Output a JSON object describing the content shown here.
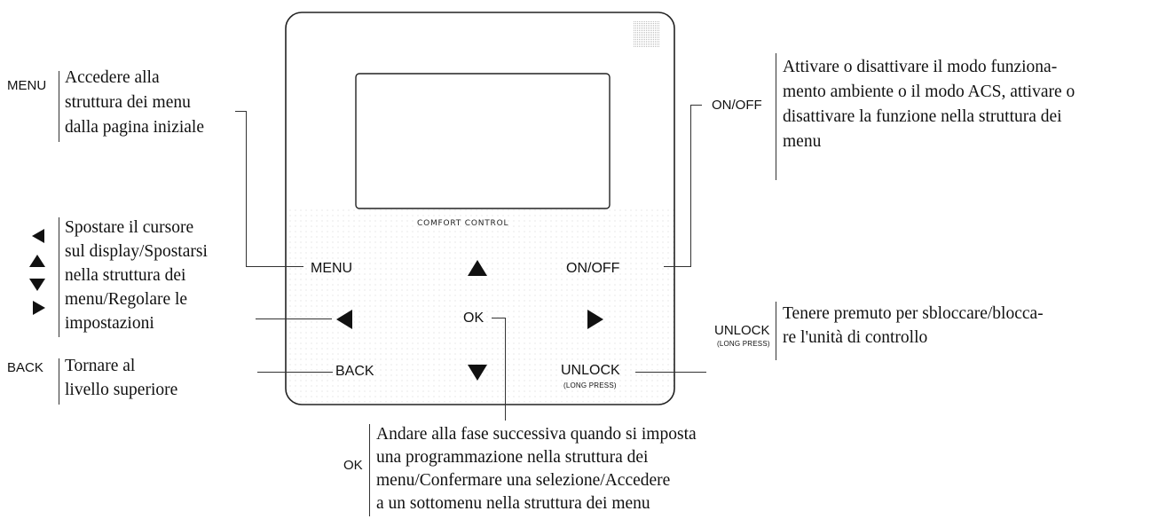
{
  "device": {
    "brand_label": "COMFORT CONTROL",
    "buttons": {
      "menu": "MENU",
      "on_off": "ON/OFF",
      "ok": "OK",
      "back": "BACK",
      "unlock": "UNLOCK",
      "unlock_sub": "(LONG PRESS)"
    }
  },
  "callouts": {
    "menu": {
      "key": "MENU",
      "lines": [
        "Accedere alla",
        "struttura dei menu",
        "dalla pagina iniziale"
      ]
    },
    "arrows": {
      "lines": [
        "Spostare il cursore",
        "sul display/Spostarsi",
        "nella struttura dei",
        "menu/Regolare le",
        "impostazioni"
      ]
    },
    "back": {
      "key": "BACK",
      "lines": [
        "Tornare al",
        "livello superiore"
      ]
    },
    "on_off": {
      "key": "ON/OFF",
      "lines": [
        "Attivare o disattivare il modo funziona-",
        "mento ambiente o il modo ACS, attivare o",
        "disattivare la funzione nella struttura dei",
        "menu"
      ]
    },
    "unlock": {
      "key": "UNLOCK",
      "key_sub": "(LONG PRESS)",
      "lines": [
        "Tenere premuto per sbloccare/blocca-",
        "re l'unità di controllo"
      ]
    },
    "ok": {
      "key": "OK",
      "lines": [
        "Andare alla fase successiva quando si imposta",
        "una programmazione nella struttura dei",
        "menu/Confermare una selezione/Accedere",
        "a un sottomenu nella struttura dei menu"
      ]
    }
  }
}
